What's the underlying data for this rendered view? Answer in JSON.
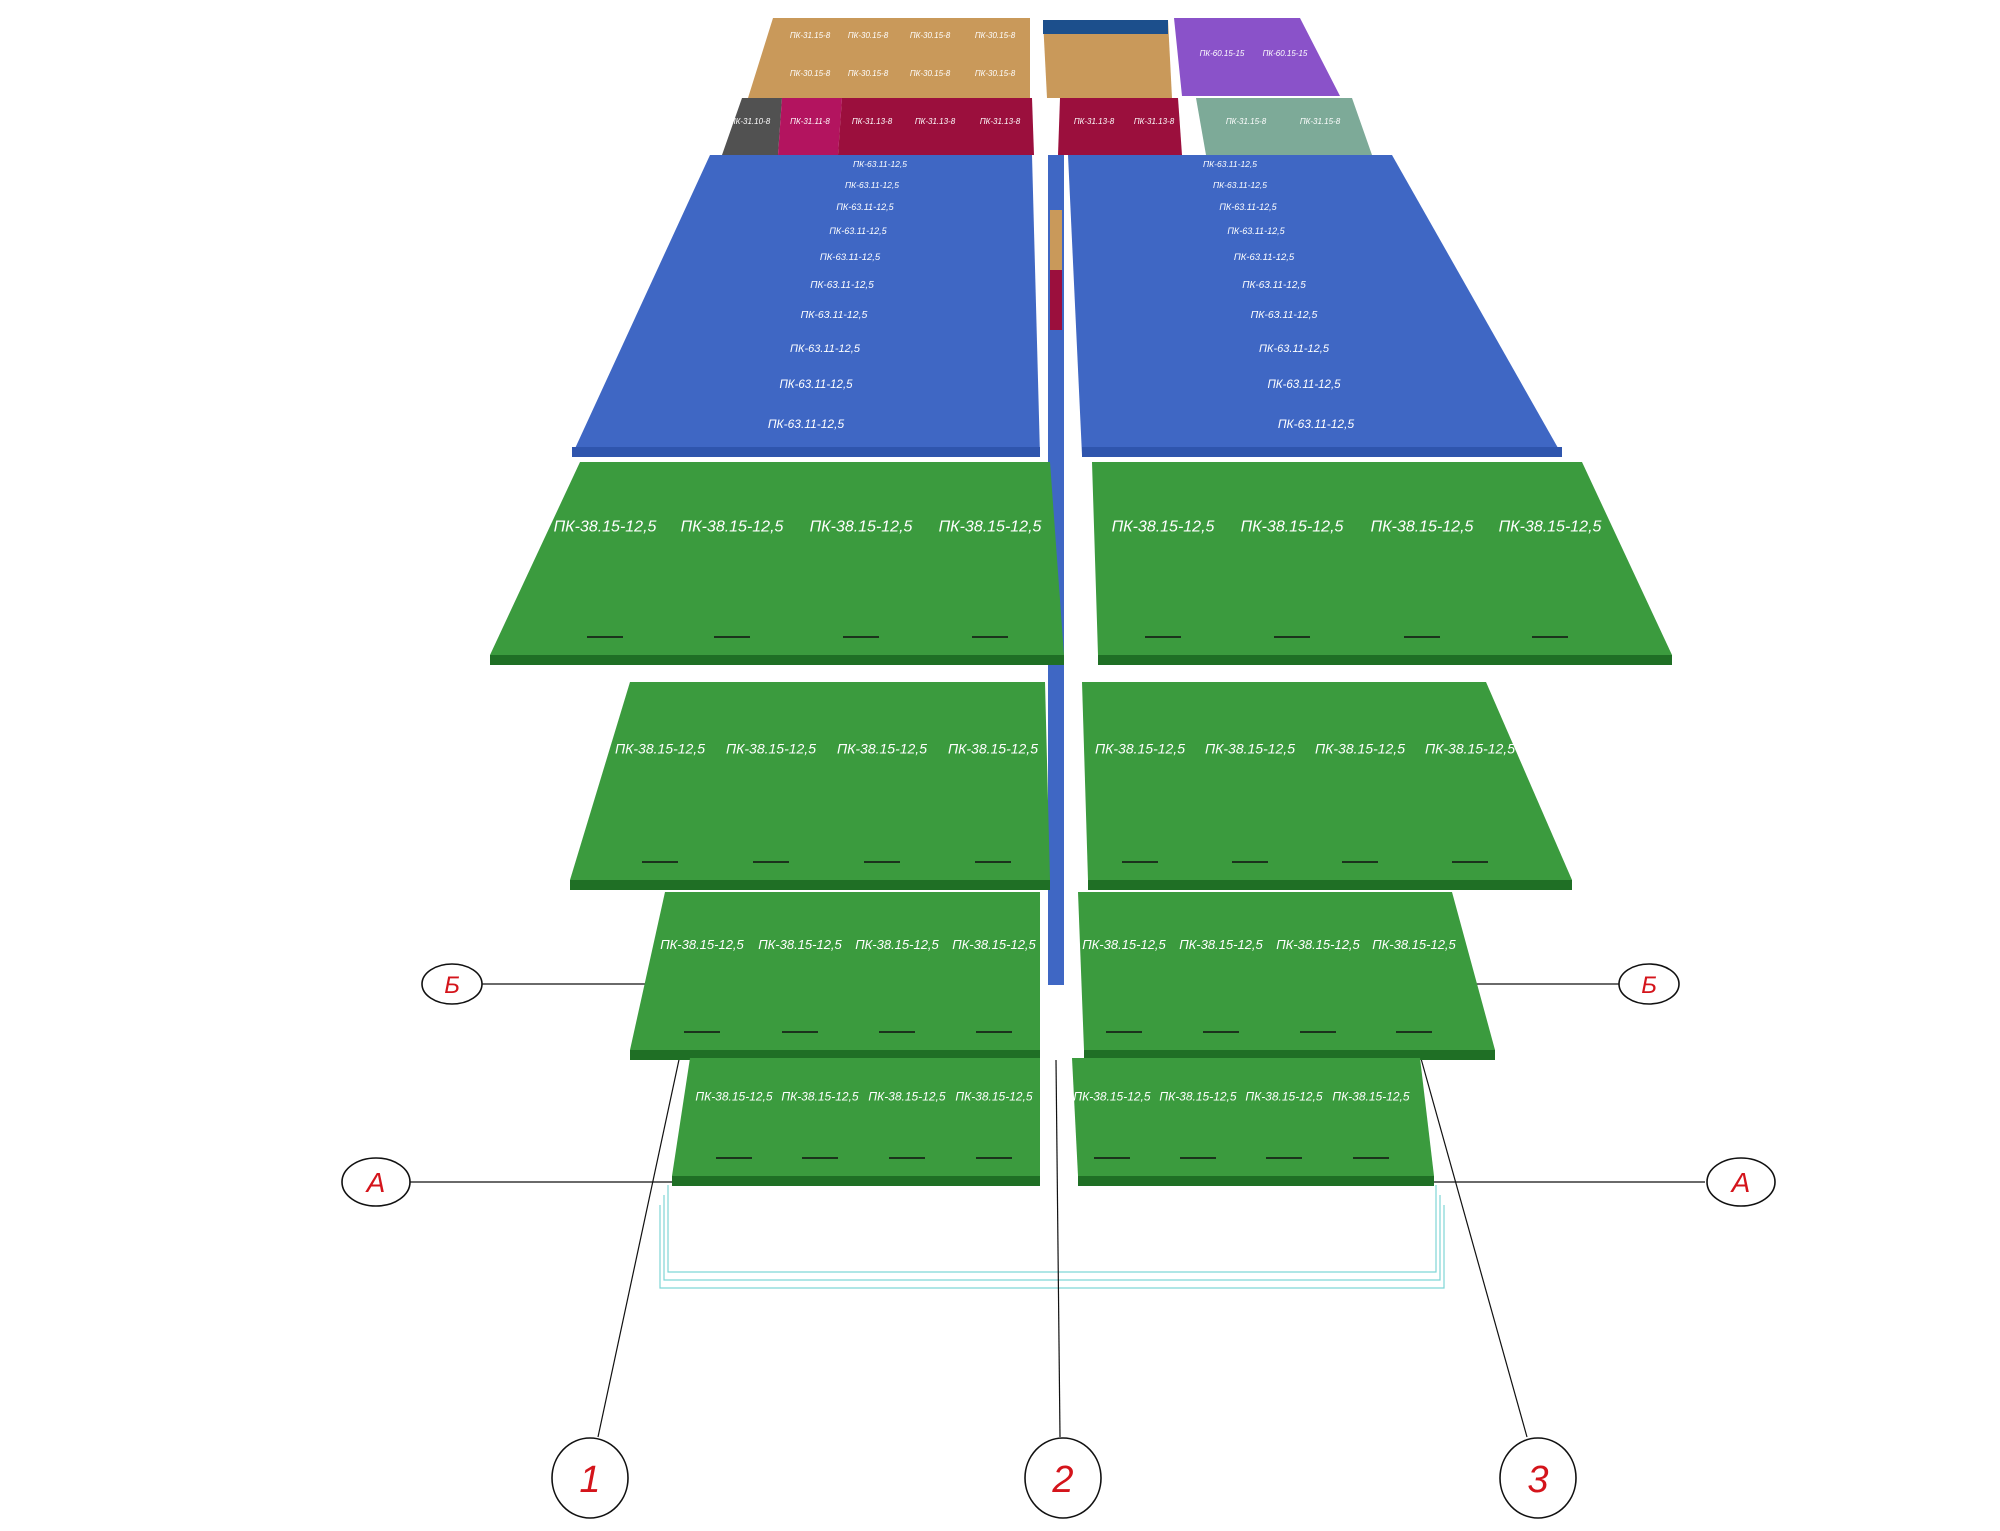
{
  "colors": {
    "green": "#3b9b3e",
    "green_dark": "#2e8233",
    "blue": "#3f67c4",
    "tan": "#c9995a",
    "crimson": "#9b0f3d",
    "magenta": "#b3145f",
    "purple": "#8a52c9",
    "sage": "#7daa98",
    "gray": "#515151",
    "navy": "#1c4f8c",
    "axis_label": "#d4141b"
  },
  "axes": {
    "rows": [
      {
        "id": "row-b",
        "label": "Б"
      },
      {
        "id": "row-a",
        "label": "А"
      }
    ],
    "columns": [
      {
        "id": "col-1",
        "label": "1"
      },
      {
        "id": "col-2",
        "label": "2"
      },
      {
        "id": "col-3",
        "label": "3"
      }
    ]
  },
  "slab_labels": {
    "pk_38_15_12_5": "ПК-38.15-12,5",
    "pk_63_11_12_5": "ПК-63.11-12,5",
    "pk_31_10_8": "ПК-31.10-8",
    "pk_31_11_8": "ПК-31.11-8",
    "pk_31_13_8": "ПК-31.13-8",
    "pk_31_15_8": "ПК-31.15-8",
    "pk_30_15_8": "ПК-30.15-8",
    "pk_60_15_15": "ПК-60.15-15"
  },
  "top_tiers": {
    "tier1_tan_labels": [
      "ПК-31.15-8",
      "ПК-30.15-8",
      "ПК-30.15-8",
      "ПК-30.15-8"
    ],
    "tier1_tan_labels_b": [
      "ПК-30.15-8",
      "ПК-30.15-8",
      "ПК-30.15-8",
      "ПК-30.15-8"
    ],
    "tier1_purple_labels": [
      "ПК-60.15-15",
      "ПК-60.15-15"
    ],
    "tier2_labels": [
      "ПК-31.10-8",
      "ПК-31.11-8",
      "ПК-31.13-8",
      "ПК-31.13-8",
      "ПК-31.13-8",
      "ПК-31.13-8",
      "ПК-31.13-8",
      "ПК-31.15-8",
      "ПК-31.15-8"
    ]
  }
}
